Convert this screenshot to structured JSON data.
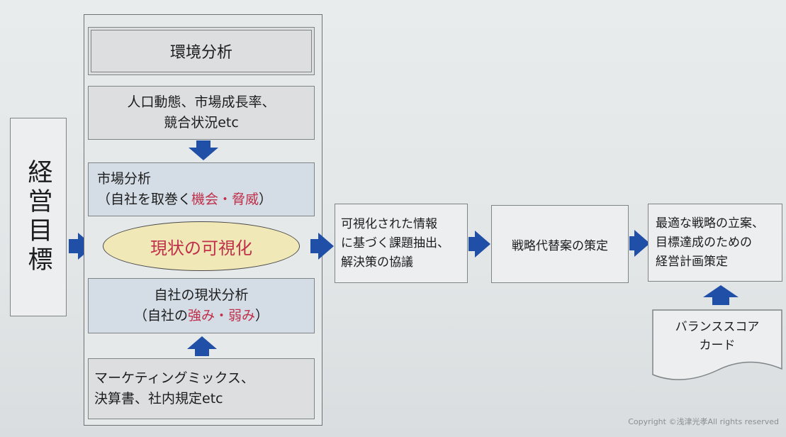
{
  "goal": {
    "label": "経営目標"
  },
  "env_title": "環境分析",
  "external_factors": {
    "line1": "人口動態、市場成長率、",
    "line2": "競合状況etc"
  },
  "market_analysis": {
    "line1": "市場分析",
    "line2_prefix": "（自社を取巻く",
    "line2_highlight": "機会・脅威",
    "line2_suffix": "）"
  },
  "visualize": {
    "label": "現状の可視化"
  },
  "self_analysis": {
    "line1": "自社の現状分析",
    "line2_prefix": "（自社の",
    "line2_highlight": "強み・弱み",
    "line2_suffix": "）"
  },
  "internal_factors": {
    "line1": "マーケティングミックス、",
    "line2": "決算書、社内規定etc"
  },
  "step1": {
    "line1": "可視化された情報",
    "line2": "に基づく課題抽出、",
    "line3": "解決策の協議"
  },
  "step2": {
    "label": "戦略代替案の策定"
  },
  "step3": {
    "line1": "最適な戦略の立案、",
    "line2": "目標達成のための",
    "line3": "経営計画策定"
  },
  "bsc": {
    "line1": "バランススコア",
    "line2": "カード"
  },
  "copyright": "Copyright ©浅津光孝All rights reserved",
  "colors": {
    "arrow": "#1f4fa6",
    "highlight": "#c0304a",
    "ellipse_fill": "#f1e8b8"
  }
}
